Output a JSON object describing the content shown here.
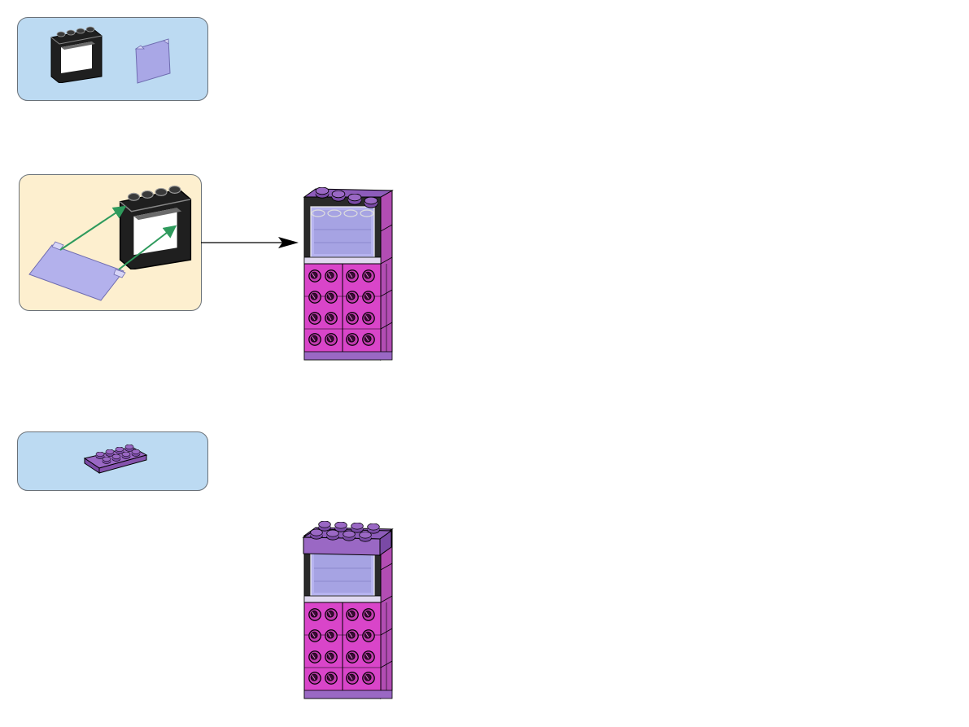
{
  "colors": {
    "parts_callout_bg": "#bcdaf2",
    "subassembly_callout_bg": "#fdefcf",
    "brick_pink": "#d945c9",
    "brick_lavender": "#9a68c4",
    "window_frame": "#2b2b2b",
    "window_glass": "#a9a7e6",
    "arrow_green": "#2e9a5c",
    "pointer_arrow": "#000000"
  },
  "steps": [
    {
      "parts_list": [
        "window-frame-1x4x3-black",
        "window-glass-pane-1x4x3-trans-lavender"
      ],
      "subassembly": {
        "items": [
          "window-glass-pane",
          "window-frame"
        ],
        "arrow_count": 2
      },
      "result_model": "window-wall-with-pink-bricks"
    },
    {
      "parts_list": [
        "plate-2x4-lavender"
      ],
      "result_model": "window-wall-with-top-plate"
    }
  ]
}
